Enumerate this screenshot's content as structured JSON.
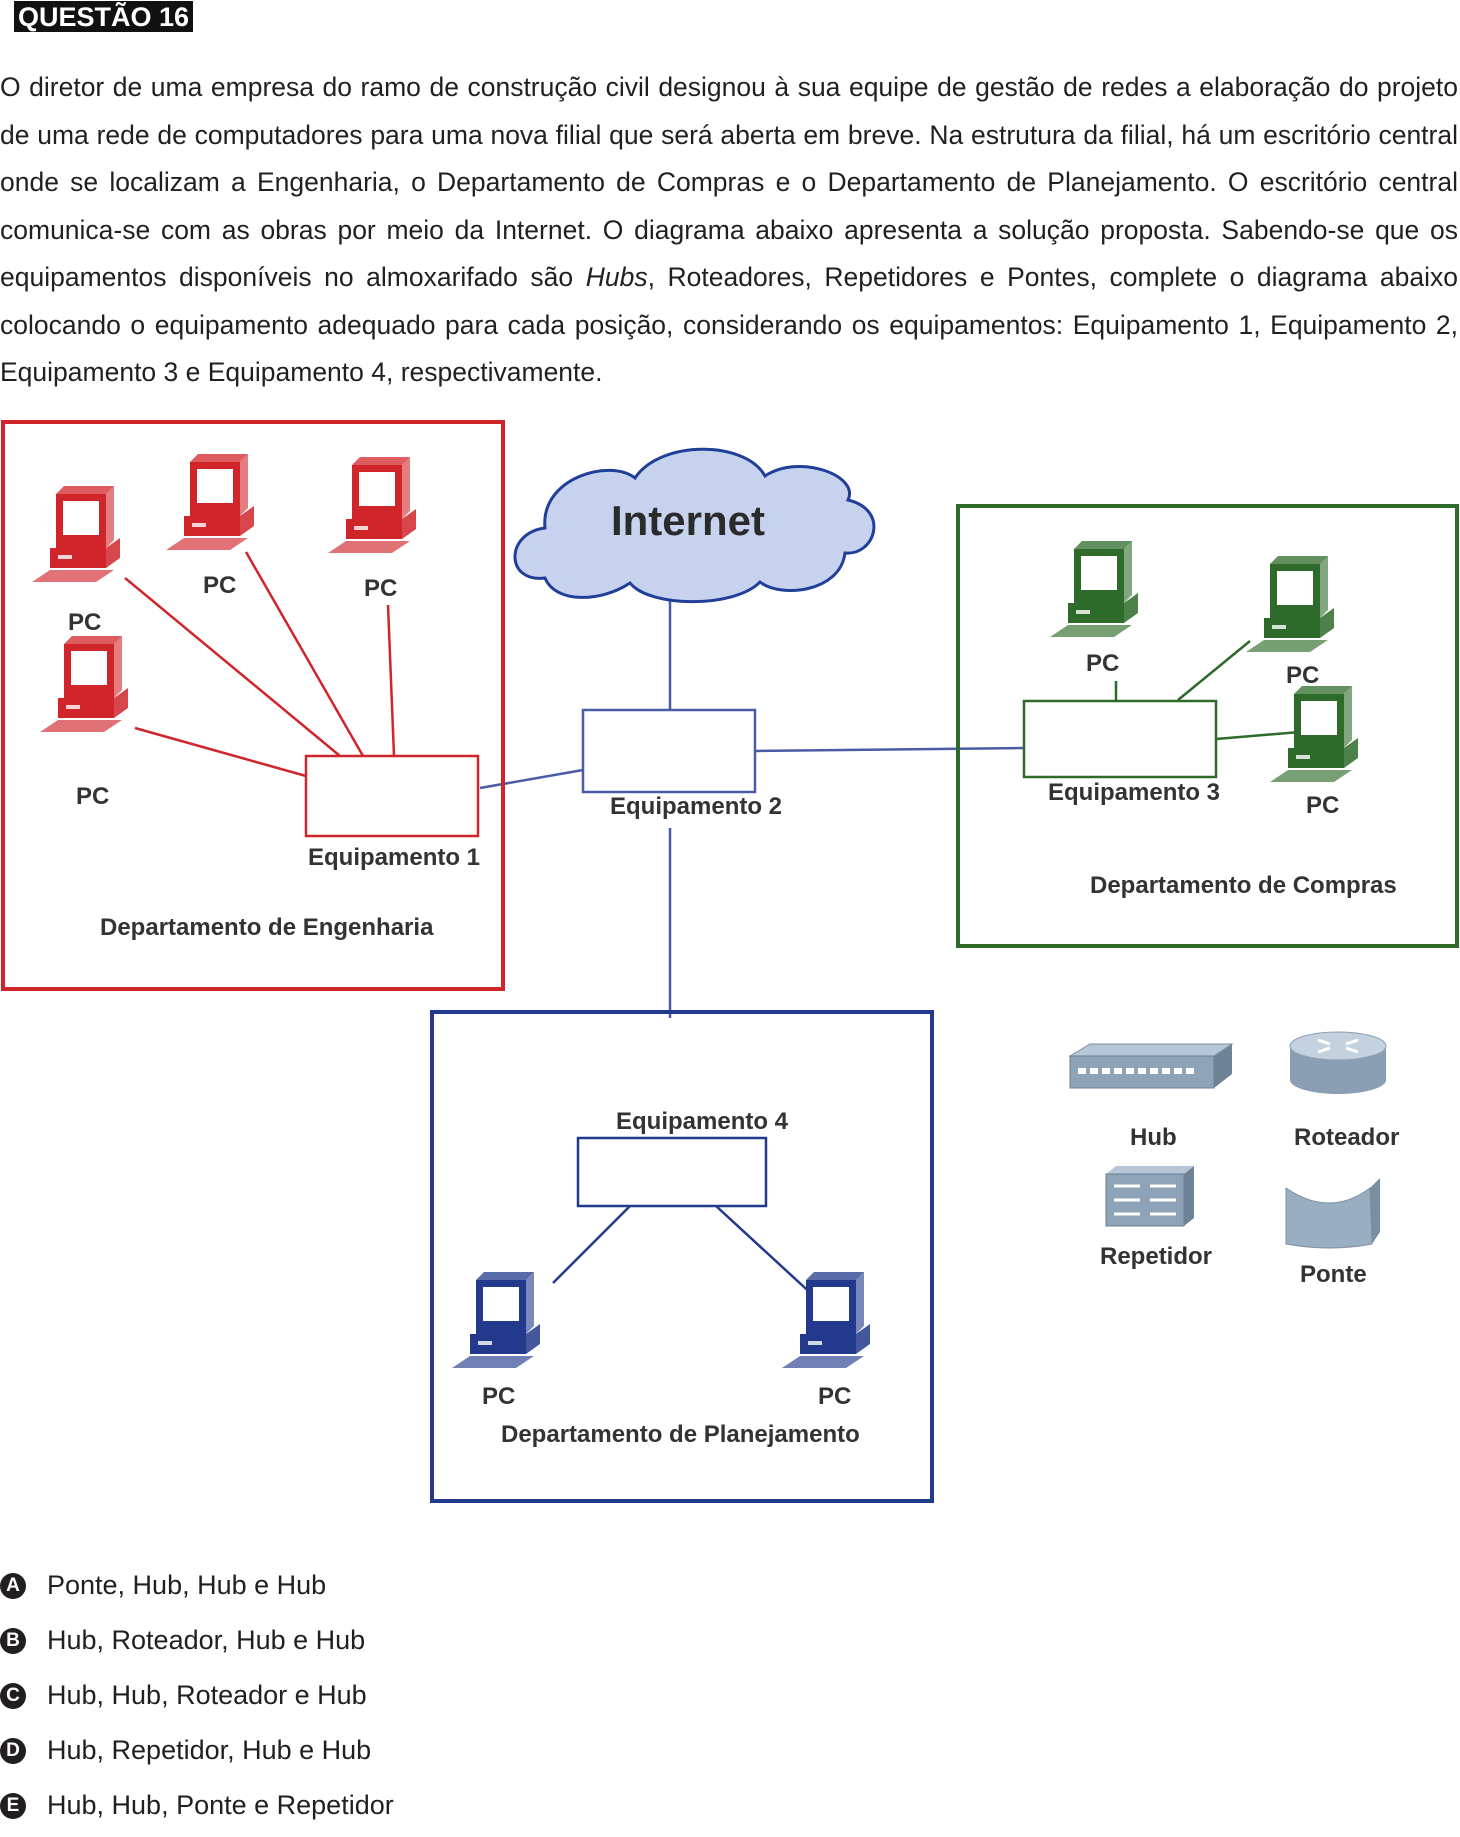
{
  "question": {
    "title": "QUESTÃO 16",
    "statement_before_italic": "O diretor de uma empresa do ramo de construção civil designou à sua equipe de gestão de redes a elaboração do projeto de uma rede de computadores para uma nova filial que será aberta em breve. Na estrutura da filial, há um escritório central onde se localizam a Engenharia, o Departamento de Compras e o Departamento de Planejamento. O escritório central comunica-se com as obras por meio da Internet. O diagrama abaixo apresenta a solução proposta. Sabendo-se que os equipamentos disponíveis no almoxarifado são ",
    "statement_italic": "Hubs",
    "statement_after_italic": ", Roteadores, Repetidores e Pontes, complete o diagrama abaixo colocando o equipamento adequado para cada posição, considerando os equipamentos: Equipamento 1, Equipamento 2, Equipamento 3 e Equipamento 4, respectivamente."
  },
  "diagram": {
    "internet_label": "Internet",
    "pc_label": "PC",
    "equipment": {
      "eq1": "Equipamento 1",
      "eq2": "Equipamento 2",
      "eq3": "Equipamento 3",
      "eq4": "Equipamento 4"
    },
    "departments": {
      "engenharia": "Departamento de Engenharia",
      "compras": "Departamento de Compras",
      "planejamento": "Departamento de Planejamento"
    },
    "legend": {
      "hub": "Hub",
      "roteador": "Roteador",
      "repetidor": "Repetidor",
      "ponte": "Ponte"
    },
    "colors": {
      "engenharia": "#d0262b",
      "compras": "#2e6b2a",
      "planejamento": "#233a8c",
      "connection": "#4a5ca8"
    }
  },
  "answers": [
    {
      "letter": "A",
      "text": "Ponte, Hub, Hub e Hub"
    },
    {
      "letter": "B",
      "text": "Hub, Roteador, Hub e Hub"
    },
    {
      "letter": "C",
      "text": "Hub, Hub, Roteador  e Hub"
    },
    {
      "letter": "D",
      "text": "Hub, Repetidor, Hub e Hub"
    },
    {
      "letter": "E",
      "text": "Hub, Hub, Ponte e Repetidor"
    }
  ]
}
